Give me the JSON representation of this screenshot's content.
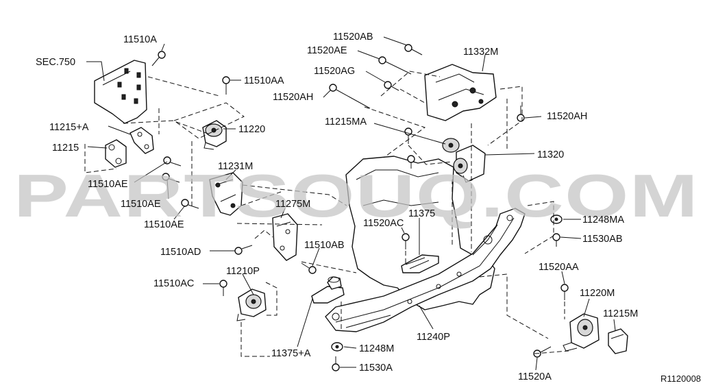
{
  "diagram": {
    "watermark": "PARTSOUQ.COM",
    "reference_code": "R1120008",
    "callouts": {
      "c11510A_top": "11510A",
      "sec750": "SEC.750",
      "c11510AA": "11510AA",
      "c11215A": "11215+A",
      "c11220": "11220",
      "c11215": "11215",
      "c11231M": "11231M",
      "c11510AE_1": "11510AE",
      "c11510AE_2": "11510AE",
      "c11510AE_3": "11510AE",
      "c11275M": "11275M",
      "c11510AD": "11510AD",
      "c11510AB": "11510AB",
      "c11510AC": "11510AC",
      "c11210P": "11210P",
      "c11520AB": "11520AB",
      "c11520AE": "11520AE",
      "c11520AG": "11520AG",
      "c11520AH_1": "11520AH",
      "c11332M": "11332M",
      "c11520AH_2": "11520AH",
      "c11215MA": "11215MA",
      "c11320": "11320",
      "c11375": "11375",
      "c11520AC": "11520AC",
      "c11248MA": "11248MA",
      "c11530AB": "11530AB",
      "c11520AA": "11520AA",
      "c11220M": "11220M",
      "c11215M": "11215M",
      "c11240P": "11240P",
      "c11375A": "11375+A",
      "c11248M": "11248M",
      "c11530A": "11530A",
      "c11520A": "11520A"
    }
  }
}
